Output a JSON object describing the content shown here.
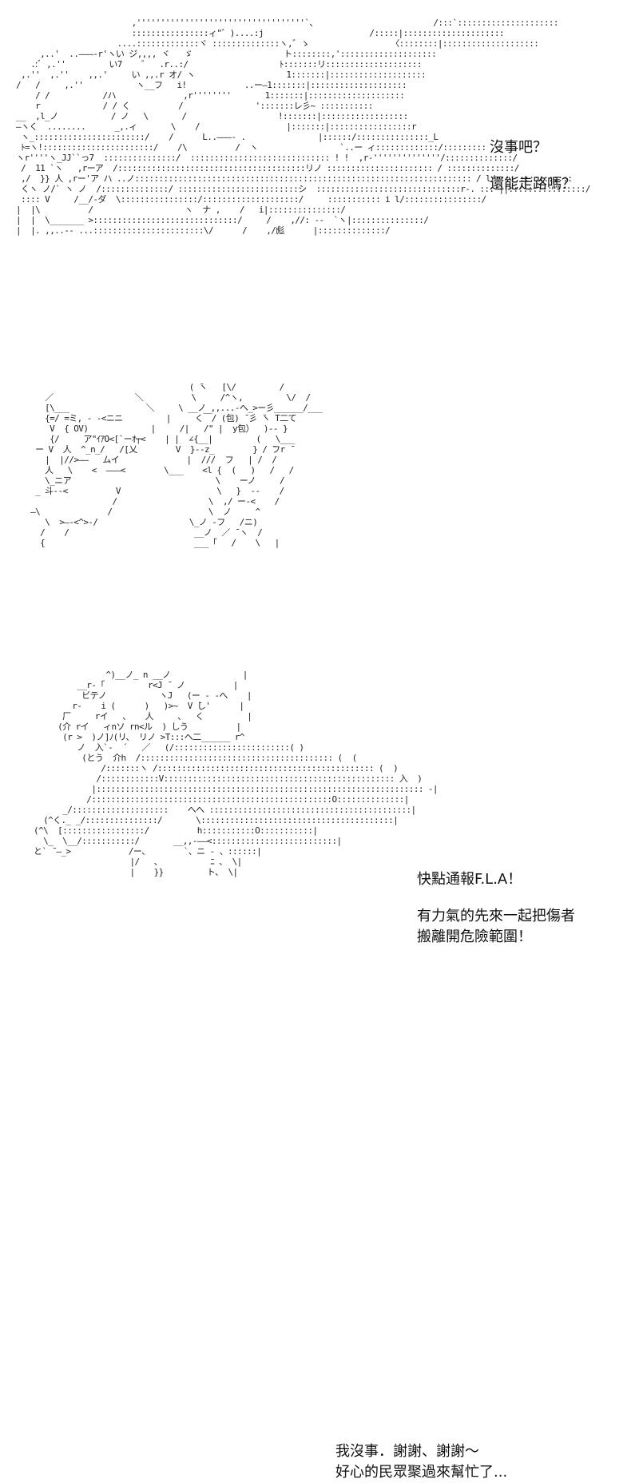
{
  "panels": [
    {
      "dialog": [
        "沒事吧？",
        "還能走路嗎？"
      ]
    },
    {
      "dialog": [
        "快點通報F.L.A！",
        "有力氣的先來一起把傷者",
        "搬離開危險範圍！"
      ]
    },
    {
      "dialog": [
        "我沒事．謝謝、謝謝～",
        "好心的民眾聚過來幫忙了..."
      ]
    }
  ],
  "art": {
    "panel1": "                          ,'''''''''''''''''''''''''''''''''''`、                        /:::`:::::::::::::::::::::\n                          ::::::::::::::::ィ\"゛)....:j                      /:::::|:::::::::::::::::::::\n                       ....:::::::::::::ヾ ::::::::::::::ヽ,゛ゝ                 〈::::::::|::::::::::::::::::::\n       ,..'  ..―――‐r'ヽい ジ,,,, ヾ   ゞ                   ト::::::::,'::::::::::::::::::::\n     .:ﾞ ,.''         い7    ゛  .r..:/                   ﾄ:::::::リ::::::::::::::::::::\n   ,.''  ,.''    ,,.'     い ,,.r オ/ ヽ                   1:::::::|::::::::::::::::::::\n  /   /     ,.''           ヽ__フ   i!            ..ー―1:::::::|::::::::::::::::::::\n      / /           /ハ              ,r''''''''       1:::::::|::::::::::::::::::::\n      r             / / く          /               ':::::::レ彡~ :::::::::::\n  __  ,l_ノ           / ノ   \\       /                   !:::::::|::::::::::::::::::\n  ―ヽく  ........      _,.ィ       \\    /                  |:::::::|:::::::::::::::::r\n   ヽ_:::::::::::::::::::::::/    /      L..―――- .               |::::::/:::::::::::::::_L\n   ﾄ=ヽ!:::::::::::::::::::::::/    /\\          /  ヽ                 `..ー ィ:::::::::::::/:::::::::\n  ヽr''''ヽ_JJ``っ7  :::::::::::::::/  ::::::::::::::::::::::::::::: ! !  ,r-''''''''''''''/::::::::::::::/\n   /  11 `ヽ   ,rーア  /:::::::::::::::::::::::::::::::::::::::リノ :::::::::::::::::::::: / ::::::::::::::/\n   ,/  }} 人 ,rー'ア ハ ..ノ:::::::::::::::::::::::::::::::::::::::::::::::::::::::::::::::::::::: / l/::::::::::::::::\n   くヽ ノ/` ヽ ノ  /::::::::::::::/ :::::::::::::::::::::::::シ  ::::::::::::::::::::::::::::::r-. ::: ||::::::::::::::::/\n   :::: V     /__/-ダ  \\::::::::::::::::/::::::::::::::::::::/     ::::::::::: i l/::::::::::::::::/\n  |  |\\          /                   ヽ  ナ ,    /   i|:::::::::::::::/\n  |  |  \\_______ >::::::::::::::::::::::::::::::/     /    ,//: ‐-  `ヽ|:::::::::::::::/\n  |  |. ,,..-- ...:::::::::::::::::::::::\\/      /    ,/彪      |::::::::::::::/",
    "panel2": "                                    ( ̄ヽ   [\\/         /\n      ／                 ＼          \\     /^ヽ,         \\/  /\n      [\\___                ＼     \\ __ノ ,,...-ヘ_>ー彡______/___\n      {=/ =ミ, - -<ニニ         |     く￣/ (包) ̄ 彡 ̄ヽ T二て\n       V  { OV)             |     /|   /\" |  y包）  )-- }\n       {/     ア\"ｲｱO<[`ーｵ┬<    | |  ∠{__|         (   \\___\n    ー V  人  ^_n_/   /[乂        V  }--z_        } / ̄フr ̄\n      |  |//>――   ムイ              |  ///  フ   | /  /\n      人   \\    <  ―――<        \\___    <l {  (   )   /   /\n      \\_ニア                              \\    ーノ     /\n    _ 斗--<          V                    \\   }  --    /\n                    /                   \\  ,/ ー-<    /\n   ―\\              /                    \\  ノ     ^\n      \\  >―‐<^>‐/                   \\_ノ ‐フ   /ニ)\n     /    /                          __ノ  ／ ̄ ヽ  /\n     {                               ___「   /    \\   |",
    "panel3": "                 ^)__ノ_ n __ノ               |\n           __r-「         r<J ̄  ノ          |\n            ビテノ           ヽJ   (ー - -へ    |\n          r-    i (      )   )>~  V ̄し'      |\n        厂     rイ   、   人     、  く         |\n       (介 rイ   ィnソ rn<ル  ) しう          |\n        (r >  )ノ]ﾉ(リ、 リノ >T:::ヘ二______ r^\n           ノ  入`-  ´   ／   (/::::::::::::::::::::::::( )\n            (とう  介h  /:::::::::::::::::::::::::::::::::::::::: (  (\n                /:::::::ヽ /::::::::::::::::::::::::::::::::::::::::::::: (  )\n               /::::::::::::V:::::::::::::::::::::::::::::::::::::::::::::::: 入  )\n              |:::::::::::::::::::::::::::::::::::::::::::::::::::::::::::::::::::: -|\n             /::::::::::::::::::::::::::::::::::::::::::::::::::O::::::::::::::|\n        _/::::::::::::::::::::    へへ ::::::::::::::::::::::::::::::::::::::::::|\n    (^く._ _/:::::::::::::::/       \\::::::::::::::::::::::::::::::::::::::::|\n  (^\\  [:::::::::::::::::/          h:::::::::::O:::::::::::|\n    \\_  \\__/:::::::::::/       __,,-――<::::::::::::::::::::::::::|\n  と` ̄ ―_>            /ー、       `、ニ - 、::::::|\n                      |/   、          ﾆ 、 \\|\n                      |    }}         ト、 \\|"
  }
}
